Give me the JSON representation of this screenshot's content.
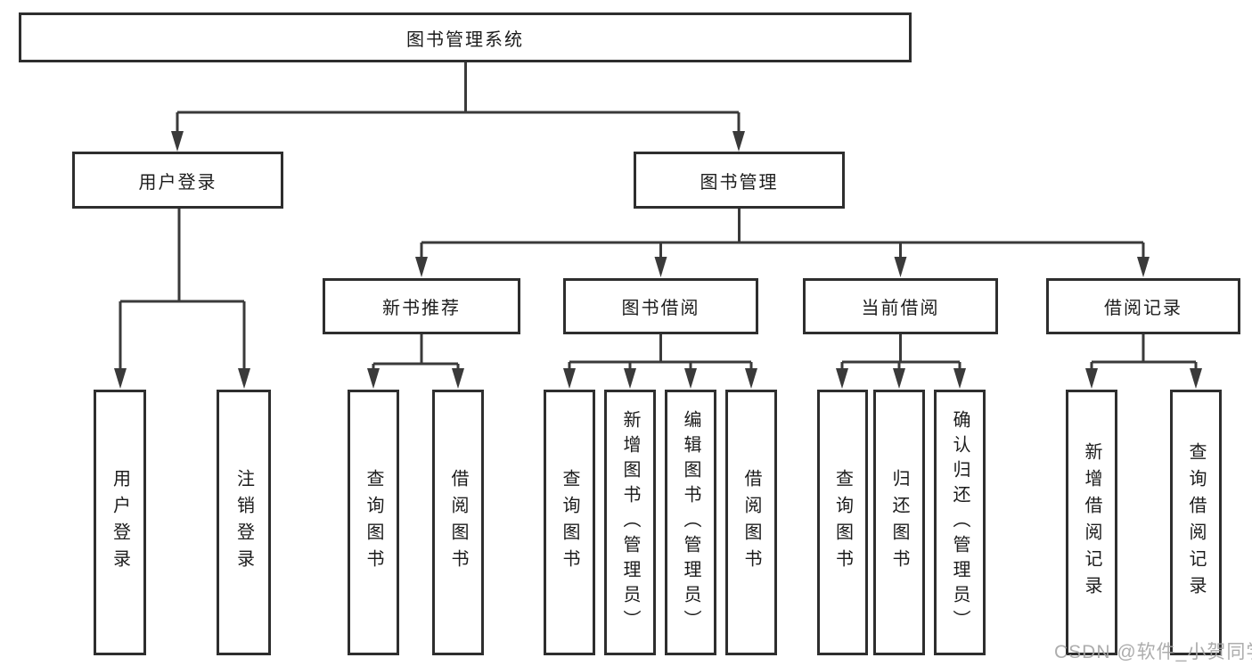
{
  "diagram": {
    "type": "hierarchy-tree",
    "title": "图书管理系统",
    "level2": [
      {
        "label": "用户登录",
        "parent": "图书管理系统"
      },
      {
        "label": "图书管理",
        "parent": "图书管理系统"
      }
    ],
    "level3": [
      {
        "label": "新书推荐",
        "parent": "图书管理"
      },
      {
        "label": "图书借阅",
        "parent": "图书管理"
      },
      {
        "label": "当前借阅",
        "parent": "图书管理"
      },
      {
        "label": "借阅记录",
        "parent": "图书管理"
      }
    ],
    "leaves": [
      {
        "label": "用户登录",
        "parent": "用户登录"
      },
      {
        "label": "注销登录",
        "parent": "用户登录"
      },
      {
        "label": "查询图书",
        "parent": "新书推荐"
      },
      {
        "label": "借阅图书",
        "parent": "新书推荐"
      },
      {
        "label": "查询图书",
        "parent": "图书借阅"
      },
      {
        "label": "新增图书（管理员）",
        "parent": "图书借阅"
      },
      {
        "label": "编辑图书（管理员）",
        "parent": "图书借阅"
      },
      {
        "label": "借阅图书",
        "parent": "图书借阅"
      },
      {
        "label": "查询图书",
        "parent": "当前借阅"
      },
      {
        "label": "归还图书",
        "parent": "当前借阅"
      },
      {
        "label": "确认归还（管理员）",
        "parent": "当前借阅"
      },
      {
        "label": "新增借阅记录",
        "parent": "借阅记录"
      },
      {
        "label": "查询借阅记录",
        "parent": "借阅记录"
      }
    ]
  },
  "watermark": {
    "text": "CSDN @软件_小贺同学"
  },
  "colors": {
    "line": "#3a3a3a",
    "border": "#2e2e2e",
    "text": "#1c1c1c",
    "watermark": "#a5a5a5",
    "background": "#ffffff"
  }
}
